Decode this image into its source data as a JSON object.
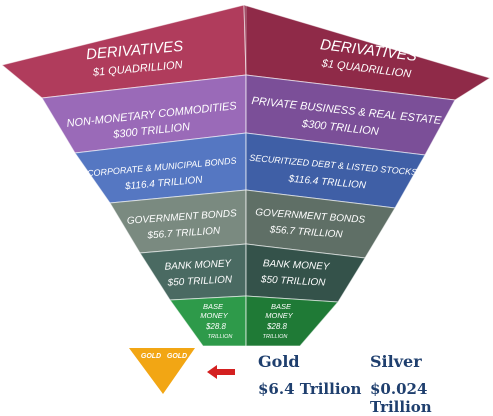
{
  "pyramid": {
    "levels": [
      {
        "left_title": "DERIVATIVES",
        "left_value": "$1 QUADRILLION",
        "right_title": "DERIVATIVES",
        "right_value": "$1 QUADRILLION",
        "color": "#b03c5c",
        "color_dark": "#8f2a48"
      },
      {
        "left_title": "NON-MONETARY COMMODITIES",
        "left_value": "$300 TRILLION",
        "right_title": "PRIVATE BUSINESS & REAL ESTATE",
        "right_value": "$300 TRILLION",
        "color": "#9a6ab8",
        "color_dark": "#7b4f98"
      },
      {
        "left_title": "CORPORATE & MUNICIPAL BONDS",
        "left_value": "$116.4 TRILLION",
        "right_title": "SECURITIZED DEBT & LISTED STOCKS",
        "right_value": "$116.4 TRILLION",
        "color": "#5577c2",
        "color_dark": "#3f5fa6"
      },
      {
        "left_title": "GOVERNMENT BONDS",
        "left_value": "$56.7 TRILLION",
        "right_title": "GOVERNMENT BONDS",
        "right_value": "$56.7 TRILLION",
        "color": "#7a8a80",
        "color_dark": "#5f6f66"
      },
      {
        "left_title": "BANK MONEY",
        "left_value": "$50 TRILLION",
        "right_title": "BANK MONEY",
        "right_value": "$50 TRILLION",
        "color": "#4a6a62",
        "color_dark": "#34524a"
      },
      {
        "left_title": "BASE",
        "left_title2": "MONEY",
        "left_value": "$28.8",
        "left_value2": "TRILLION",
        "right_title": "BASE",
        "right_title2": "MONEY",
        "right_value": "$28.8",
        "right_value2": "TRILLION",
        "color": "#2e9a4a",
        "color_dark": "#1f7a36"
      }
    ]
  },
  "gold_triangle": {
    "label_left": "GOLD",
    "label_right": "GOLD",
    "color": "#f2a614"
  },
  "arrow": {
    "color": "#d42020"
  },
  "gold": {
    "title": "Gold",
    "value": "$6.4 Trillion"
  },
  "silver": {
    "title": "Silver",
    "value": "$0.024 Trillion"
  }
}
